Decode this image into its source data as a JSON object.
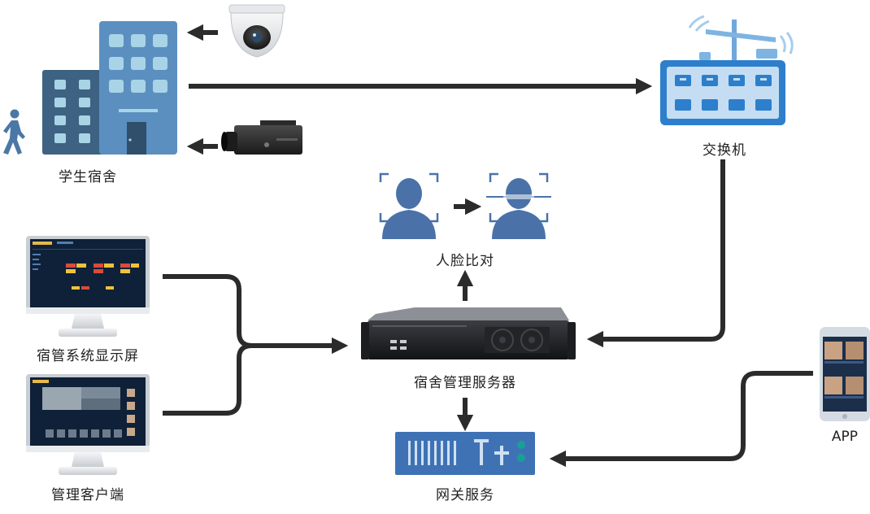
{
  "nodes": {
    "dorm_building": {
      "label": "学生宿舍",
      "icon": "building-icon"
    },
    "pedestrian": {
      "icon": "walking-person-icon"
    },
    "dome_camera": {
      "icon": "dome-camera-icon"
    },
    "box_camera": {
      "icon": "box-camera-icon"
    },
    "switch": {
      "label": "交换机",
      "icon": "network-switch-icon"
    },
    "face_compare": {
      "label": "人脸比对",
      "icon": "face-recognition-icon"
    },
    "display_screen": {
      "label": "宿管系统显示屏",
      "icon": "monitor-icon"
    },
    "mgmt_client": {
      "label": "管理客户端",
      "icon": "monitor-icon"
    },
    "server": {
      "label": "宿舍管理服务器",
      "icon": "rack-server-icon"
    },
    "gateway": {
      "label": "网关服务",
      "icon": "gateway-device-icon"
    },
    "app": {
      "label": "APP",
      "icon": "smartphone-icon"
    }
  },
  "edges": [
    {
      "from": "dome_camera",
      "to": "dorm_building"
    },
    {
      "from": "box_camera",
      "to": "dorm_building"
    },
    {
      "from": "dorm_building",
      "to": "switch"
    },
    {
      "from": "switch",
      "to": "server"
    },
    {
      "from": "display_screen",
      "to": "server"
    },
    {
      "from": "mgmt_client",
      "to": "server"
    },
    {
      "from": "server",
      "to": "face_compare"
    },
    {
      "from": "server",
      "to": "gateway"
    },
    {
      "from": "app",
      "to": "gateway"
    }
  ],
  "colors": {
    "line": "#2b2b2b",
    "building_front": "#5b8fc0",
    "building_back": "#3d6282",
    "window": "#a9d4e6",
    "person": "#4a78a6",
    "switch_body": "#2d7fcc",
    "switch_panel": "#c4ddf3",
    "gateway": "#3f72b5",
    "gateway_dot": "#17a098",
    "face": "#4a72a8",
    "monitor_frame": "#c9ced4",
    "monitor_screen": "#0f2138"
  }
}
